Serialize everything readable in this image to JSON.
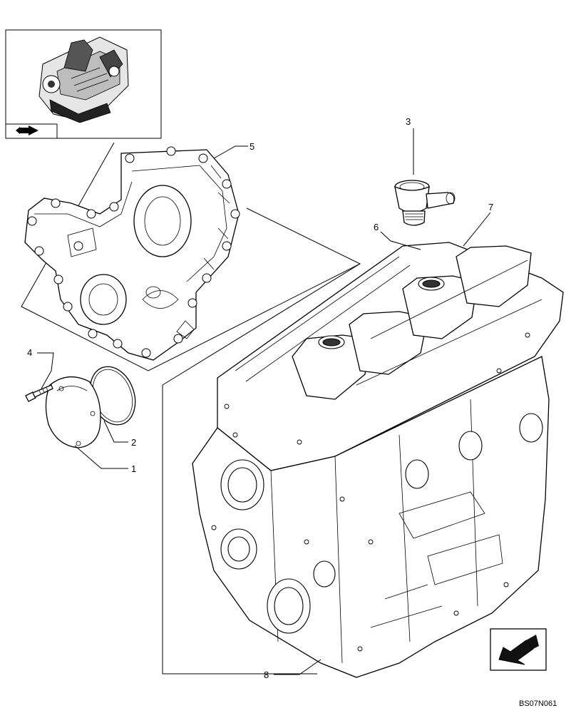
{
  "callouts": [
    {
      "id": "1",
      "label": "1"
    },
    {
      "id": "2",
      "label": "2"
    },
    {
      "id": "3",
      "label": "3"
    },
    {
      "id": "4",
      "label": "4"
    },
    {
      "id": "5",
      "label": "5"
    },
    {
      "id": "6",
      "label": "6"
    },
    {
      "id": "7",
      "label": "7"
    },
    {
      "id": "8",
      "label": "8"
    }
  ],
  "drawing_code": "BS07N061",
  "icons": {
    "thumbnail_nav": "arrow-icon",
    "direction": "large-arrow-icon"
  }
}
